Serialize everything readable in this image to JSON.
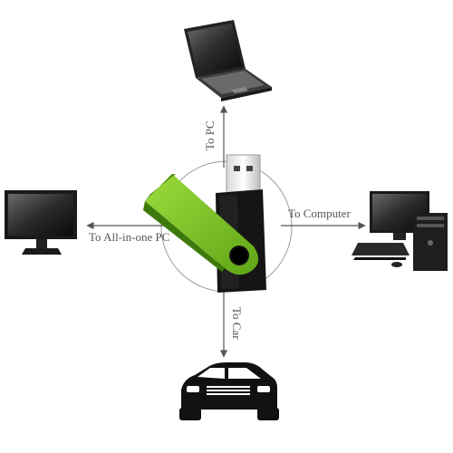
{
  "labels": {
    "to_pc": "To PC",
    "to_computer": "To Computer",
    "to_car": "To Car",
    "to_all_in_one": "To All-in-one PC"
  },
  "colors": {
    "usb_green": "#7cc520",
    "usb_green_dark": "#4f8f10",
    "usb_body": "#111111",
    "arrow": "#555555",
    "circle": "#999999"
  },
  "icons": [
    "laptop-icon",
    "desktop-computer-icon",
    "car-icon",
    "all-in-one-pc-icon",
    "usb-flash-drive-icon"
  ]
}
